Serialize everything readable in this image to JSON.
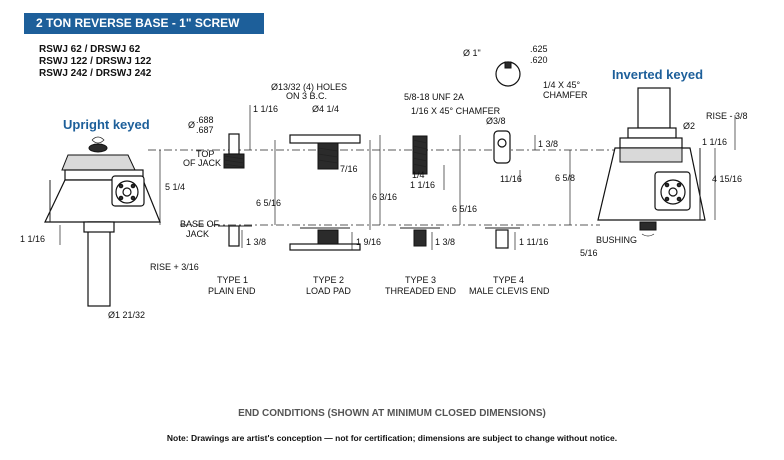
{
  "header": {
    "title": "2 TON REVERSE BASE - 1\" SCREW",
    "bg_color": "#1d5f9a"
  },
  "models": [
    "RSWJ 62 / DRSWJ 62",
    "RSWJ 122 / DRSWJ 122",
    "RSWJ 242 / DRSWJ 242"
  ],
  "labels": {
    "upright": "Upright keyed",
    "inverted": "Inverted keyed",
    "top_of_jack_1": "TOP",
    "top_of_jack_2": "OF JACK",
    "base_of_jack_1": "BASE OF",
    "base_of_jack_2": "JACK",
    "holes_1": "Ø13/32 (4) HOLES",
    "holes_2": "ON 3 B.C.",
    "pad_dia": "Ø4 1/4",
    "thread_1": "5/8-18 UNF 2A",
    "thread_2": "1/16 X 45° CHAMFER",
    "chamfer_1": "1/4 X 45°",
    "chamfer_2": "CHAMFER",
    "clevis_dia": "Ø3/8",
    "pin_dia": "Ø 1\"",
    "pin_tol_hi": ".625",
    "pin_tol_lo": ".620",
    "plain_tol_hi": ".688",
    "plain_tol_lo": ".687",
    "plain_dia_sym": "Ø",
    "rise_upright": "RISE + 3/16",
    "rise_inverted": "RISE - 3/8",
    "bushing": "BUSHING",
    "base_dia": "Ø1 21/32",
    "inv_dia": "Ø2"
  },
  "dimensions": {
    "d_5_1_4": "5 1/4",
    "d_1_1_16_left": "1 1/16",
    "d_1_1_16_t1": "1 1/16",
    "d_6_5_16_a": "6 5/16",
    "d_1_3_8_t1": "1 3/8",
    "d_7_16": "7/16",
    "d_1_9_16": "1 9/16",
    "d_6_3_16": "6 3/16",
    "d_1_4": "1/4",
    "d_1_1_16_t3": "1 1/16",
    "d_1_3_8_t3": "1 3/8",
    "d_6_5_16_b": "6 5/16",
    "d_1_3_8_t4": "1 3/8",
    "d_11_16": "11/16",
    "d_1_11_16": "1 11/16",
    "d_6_5_8": "6 5/8",
    "d_1_1_16_right": "1 1/16",
    "d_4_15_16": "4 15/16",
    "d_5_16": "5/16"
  },
  "types": [
    {
      "name": "TYPE 1",
      "desc": "PLAIN END"
    },
    {
      "name": "TYPE 2",
      "desc": "LOAD PAD"
    },
    {
      "name": "TYPE 3",
      "desc": "THREADED END"
    },
    {
      "name": "TYPE 4",
      "desc": "MALE CLEVIS END"
    }
  ],
  "footer": {
    "title": "END CONDITIONS (SHOWN AT MINIMUM CLOSED DIMENSIONS)",
    "note": "Note: Drawings are artist's conception — not for certification; dimensions are subject to change without notice."
  }
}
